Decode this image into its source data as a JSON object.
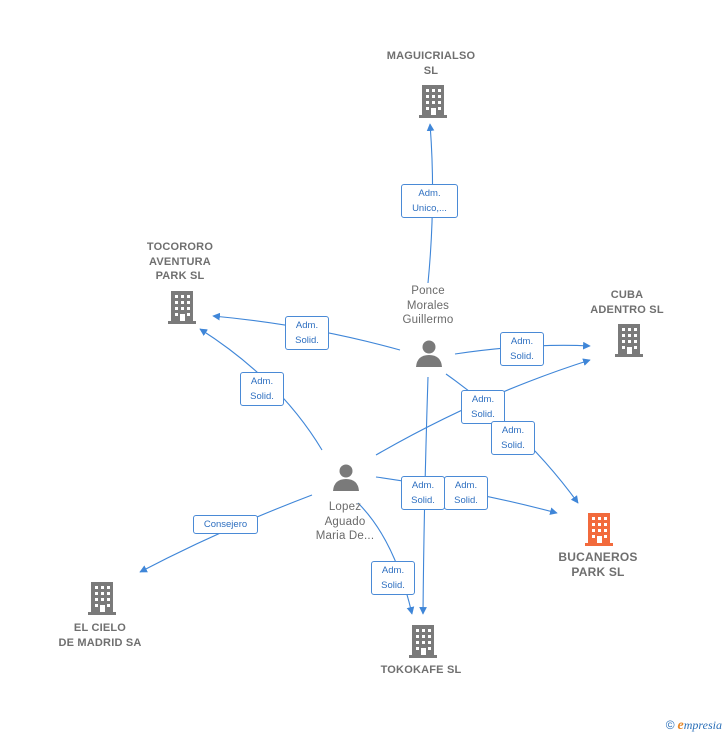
{
  "colors": {
    "edge": "#3f86d8",
    "company_icon": "#7a7a7a",
    "focus_icon": "#f26a3c",
    "person_icon": "#7a7a7a",
    "label_text": "#666666",
    "rel_text": "#2e6fc0"
  },
  "nodes": {
    "maguicrialso": {
      "label": "MAGUICRIALSO\nSL",
      "icon": "building-icon"
    },
    "tocororo": {
      "label": "TOCORORO\nAVENTURA\nPARK  SL",
      "icon": "building-icon"
    },
    "cuba": {
      "label": "CUBA\nADENTRO  SL",
      "icon": "building-icon"
    },
    "ponce": {
      "label": "Ponce\nMorales\nGuillermo",
      "icon": "person-icon"
    },
    "lopez": {
      "label": "Lopez\nAguado\nMaria De...",
      "icon": "person-icon"
    },
    "bucaneros": {
      "label": "BUCANEROS\nPARK  SL",
      "icon": "building-icon"
    },
    "cielo": {
      "label": "EL CIELO\nDE MADRID SA",
      "icon": "building-icon"
    },
    "tokokafe": {
      "label": "TOKOKAFE  SL",
      "icon": "building-icon"
    }
  },
  "relations": {
    "ponce_maguicrialso": "Adm.\nUnico,...",
    "ponce_tocororo": "Adm.\nSolid.",
    "lopez_tocororo": "Adm.\nSolid.",
    "ponce_cuba": "Adm.\nSolid.",
    "lopez_cuba": "Adm.\nSolid.",
    "ponce_bucaneros": "Adm.\nSolid.",
    "ponce_tokokafe": "Adm.\nSolid.",
    "lopez_bucaneros": "Adm.\nSolid.",
    "lopez_tokokafe": "Adm.\nSolid.",
    "lopez_cielo": "Consejero"
  },
  "brand": {
    "copyright": "©",
    "initial": "e",
    "rest": "mpresia"
  }
}
